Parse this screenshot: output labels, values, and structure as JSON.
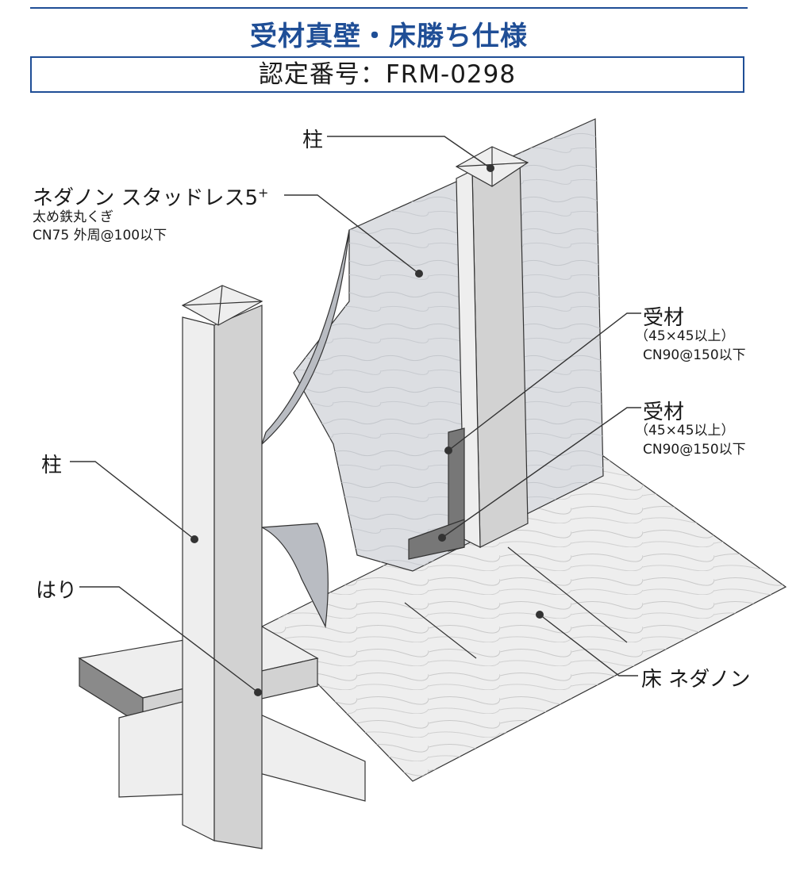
{
  "header": {
    "title": "受材真壁・床勝ち仕様",
    "certification": "認定番号：FRM-0298"
  },
  "labels": {
    "post_top": "柱",
    "board_name": "ネダノン スタッドレス5",
    "board_superscript": "+",
    "board_nail_1": "太め鉄丸くぎ",
    "board_nail_2": "CN75 外周@100以下",
    "receiver_1_name": "受材",
    "receiver_1_size": "（45×45以上）",
    "receiver_1_nail": "CN90@150以下",
    "receiver_2_name": "受材",
    "receiver_2_size": "（45×45以上）",
    "receiver_2_nail": "CN90@150以下",
    "post_left": "柱",
    "beam": "はり",
    "floor": "床 ネダノン"
  },
  "colors": {
    "accent": "#1f4e96",
    "line": "#333333",
    "board": "#dcdee2",
    "board_dark": "#b9bcc2",
    "wood_light": "#eeeeee",
    "wood_mid": "#d2d2d2",
    "wood_dark": "#8a8a8a",
    "receiver": "#777777"
  }
}
